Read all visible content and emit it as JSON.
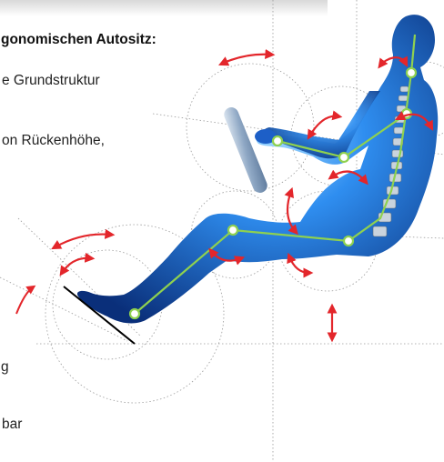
{
  "text": {
    "title": "gonomischen Autositz:",
    "line1": "e Grundstruktur",
    "line2": "on Rückenhöhe,",
    "line3": "g",
    "line4": "bar"
  },
  "colors": {
    "skeleton": "#8fd14f",
    "arrow": "#e3262b",
    "body_dark": "#0a2f7a",
    "body_light": "#3aa0ff",
    "guide": "#9a9a9a"
  },
  "icons": {
    "joint": "green-circle-joint",
    "arrow": "red-curved-arrow"
  }
}
